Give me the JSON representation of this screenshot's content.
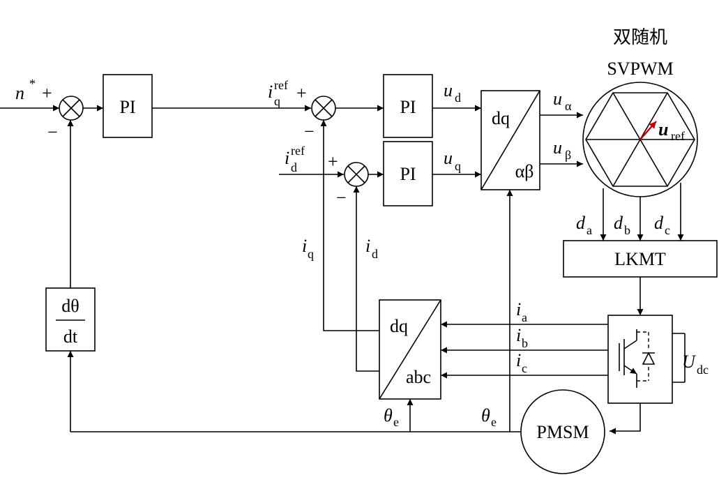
{
  "blocks": {
    "pi_speed": "PI",
    "pi_q": "PI",
    "pi_d": "PI",
    "dq_ab_top": "dq",
    "dq_ab_bottom": "αβ",
    "dq_abc_top": "dq",
    "dq_abc_bottom": "abc",
    "lkmt": "LKMT",
    "pmsm": "PMSM",
    "derivative_num": "dθ",
    "derivative_den": "dt"
  },
  "svpwm": {
    "title_line1": "双随机",
    "title_line2": "SVPWM",
    "vector_label": "u",
    "vector_sub": "ref",
    "vector_color": "#cc0000"
  },
  "signals": {
    "n_star": "n",
    "n_star_sup": "*",
    "iq_ref": "i",
    "iq_ref_sub": "q",
    "iq_ref_sup": "ref",
    "id_ref": "i",
    "id_ref_sub": "d",
    "id_ref_sup": "ref",
    "ud": "u",
    "ud_sub": "d",
    "uq": "u",
    "uq_sub": "q",
    "ualpha": "u",
    "ualpha_sub": "α",
    "ubeta": "u",
    "ubeta_sub": "β",
    "da": "d",
    "da_sub": "a",
    "db": "d",
    "db_sub": "b",
    "dc": "d",
    "dc_sub": "c",
    "ia": "i",
    "ia_sub": "a",
    "ib": "i",
    "ib_sub": "b",
    "ic": "i",
    "ic_sub": "c",
    "iq": "i",
    "iq_sub": "q",
    "id": "i",
    "id_sub": "d",
    "theta_e1": "θ",
    "theta_e1_sub": "e",
    "theta_e2": "θ",
    "theta_e2_sub": "e",
    "udc": "U",
    "udc_sub": "dc"
  },
  "signs": {
    "plus": "+",
    "minus": "−"
  }
}
